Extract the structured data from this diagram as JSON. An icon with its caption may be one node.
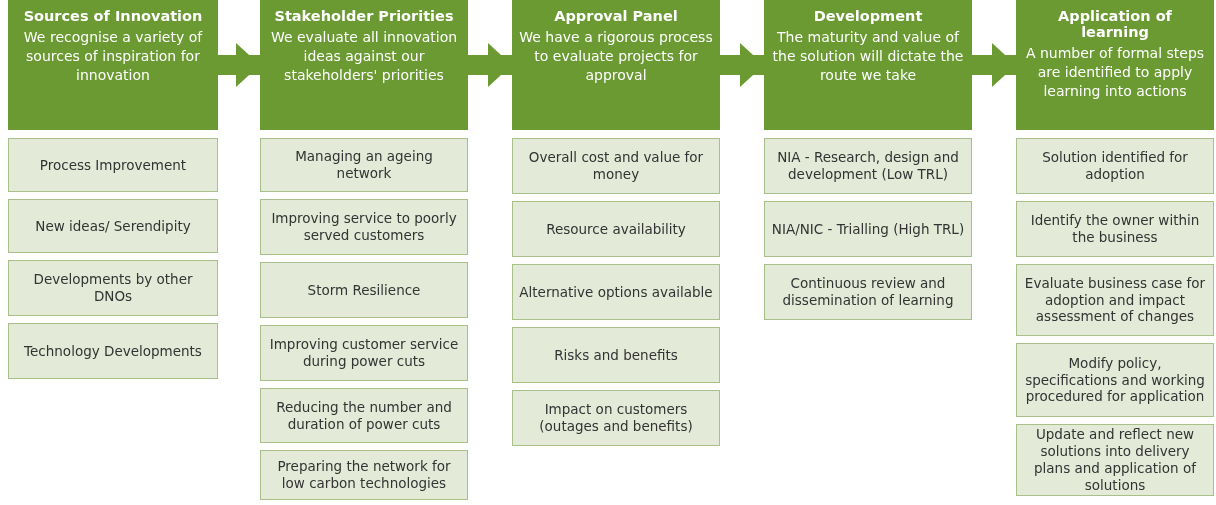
{
  "diagram": {
    "nodes": [
      {
        "text": [
          "Sources of Innovation",
          "We recognise a variety of sources of inspiration for innovation"
        ]
      },
      {
        "text": [
          "Process Improvement"
        ]
      },
      {
        "text": [
          "New ideas/ Serendipity"
        ]
      },
      {
        "text": [
          "Developments by other DNOs"
        ]
      },
      {
        "text": [
          "Technology Developments"
        ]
      },
      {
        "text": [
          "Stakeholder Priorities",
          "We evaluate all innovation ideas against our stakeholders' priorities"
        ]
      },
      {
        "text": [
          "Managing an ageing network"
        ]
      },
      {
        "text": [
          "Improving service to poorly served customers"
        ]
      },
      {
        "text": [
          "Storm Resilience"
        ]
      },
      {
        "text": [
          "Improving customer service during power cuts"
        ]
      },
      {
        "text": [
          "Reducing the number and duration of power cuts"
        ]
      },
      {
        "text": [
          "Preparing the network for low carbon technologies"
        ]
      },
      {
        "text": [
          "Approval Panel",
          "We have a rigorous process to evaluate projects for approval"
        ]
      },
      {
        "text": [
          "Overall cost and value for money"
        ]
      },
      {
        "text": [
          "Resource availability"
        ]
      },
      {
        "text": [
          "Alternative options available"
        ]
      },
      {
        "text": [
          "Risks and benefits"
        ]
      },
      {
        "text": [
          "Impact on customers (outages and benefits)"
        ]
      },
      {
        "text": [
          "Development",
          "The maturity and value of the solution will dictate the route we take"
        ]
      },
      {
        "text": [
          "NIA - Research, design and development (Low TRL)"
        ]
      },
      {
        "text": [
          "NIA/NIC - Trialling (High TRL)"
        ]
      },
      {
        "text": [
          "Continuous review and dissemination of learning"
        ]
      },
      {
        "text": [
          "Application of learning",
          "A number of formal steps are identified to apply learning into actions"
        ]
      },
      {
        "text": [
          "Solution identified for adoption"
        ]
      },
      {
        "text": [
          "Identify the owner within the business"
        ]
      },
      {
        "text": [
          "Evaluate business case for adoption and impact assessment of changes"
        ]
      },
      {
        "text": [
          "Modify policy, specifications and working procedured for application"
        ]
      },
      {
        "text": [
          "Update and reflect new solutions into delivery plans and application of solutions"
        ]
      }
    ],
    "edges": [
      {
        "from": 0,
        "to": 5,
        "arrow": "to"
      },
      {
        "from": 5,
        "to": 12,
        "arrow": "to"
      },
      {
        "from": 12,
        "to": 18,
        "arrow": "to"
      },
      {
        "from": 18,
        "to": 22,
        "arrow": "to"
      }
    ]
  }
}
